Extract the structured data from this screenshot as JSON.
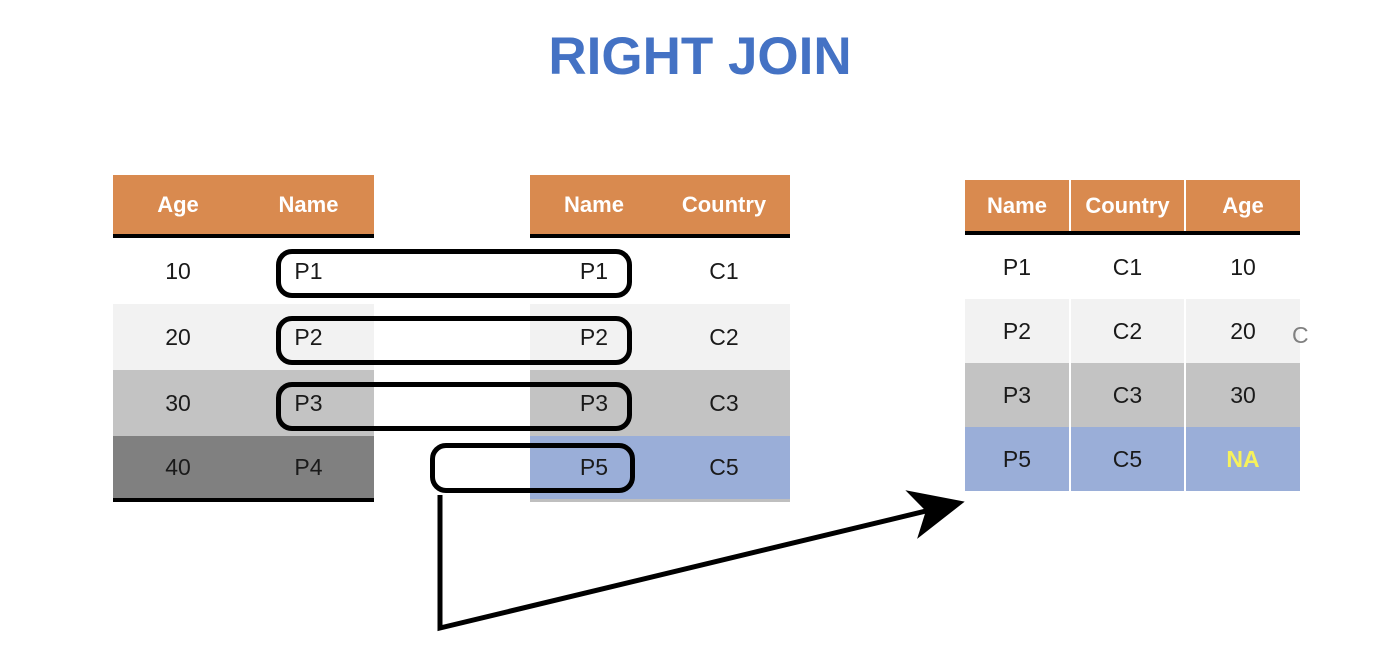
{
  "page": {
    "title": "RIGHT JOIN",
    "title_color": "#4472C4",
    "background": "#ffffff"
  },
  "colors": {
    "header_orange": "#D98A4F",
    "row_white": "#ffffff",
    "row_light_grey": "#F2F2F2",
    "row_mid_grey": "#C3C3C3",
    "row_dark_grey": "#808080",
    "row_blue": "#9AAED8",
    "na_yellow": "#F7F25C",
    "outline_black": "#000000"
  },
  "left_table": {
    "name": "left-table",
    "columns": [
      "Age",
      "Name"
    ],
    "rows": [
      {
        "age": "10",
        "name": "P1",
        "shade": "white"
      },
      {
        "age": "20",
        "name": "P2",
        "shade": "light-grey"
      },
      {
        "age": "30",
        "name": "P3",
        "shade": "mid-grey"
      },
      {
        "age": "40",
        "name": "P4",
        "shade": "dark-grey"
      }
    ]
  },
  "middle_table": {
    "name": "right-table-operand",
    "columns": [
      "Name",
      "Country"
    ],
    "rows": [
      {
        "name": "P1",
        "country": "C1",
        "shade": "white"
      },
      {
        "name": "P2",
        "country": "C2",
        "shade": "light-grey"
      },
      {
        "name": "P3",
        "country": "C3",
        "shade": "mid-grey"
      },
      {
        "name": "P5",
        "country": "C5",
        "shade": "blue"
      }
    ]
  },
  "result_table": {
    "name": "result-table",
    "columns": [
      "Name",
      "Country",
      "Age"
    ],
    "rows": [
      {
        "name": "P1",
        "country": "C1",
        "age": "10",
        "shade": "white"
      },
      {
        "name": "P2",
        "country": "C2",
        "age": "20",
        "shade": "light-grey"
      },
      {
        "name": "P3",
        "country": "C3",
        "age": "30",
        "shade": "mid-grey"
      },
      {
        "name": "P5",
        "country": "C5",
        "age": "NA",
        "shade": "blue",
        "age_highlight": true
      }
    ]
  },
  "connectors": [
    {
      "label": "match-p1",
      "from": "left P1",
      "to": "middle P1"
    },
    {
      "label": "match-p2",
      "from": "left P2",
      "to": "middle P2"
    },
    {
      "label": "match-p3",
      "from": "left P3",
      "to": "middle P3"
    },
    {
      "label": "unmatched-p5",
      "from": "(none)",
      "to": "middle P5"
    }
  ],
  "arrow": {
    "name": "result-arrow",
    "description": "points from unmatched P5 connector to result table"
  },
  "stub": {
    "partial_char": "C"
  }
}
